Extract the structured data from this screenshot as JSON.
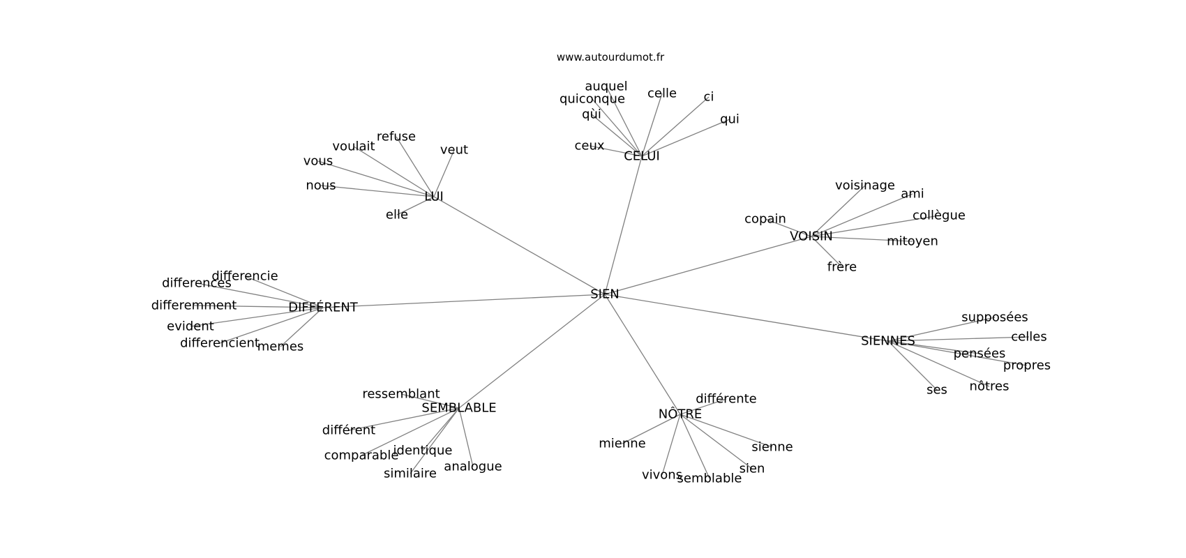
{
  "site": "www.autourdumot.fr",
  "graph": {
    "root": "SIEN",
    "edges": [
      [
        "SIEN",
        "LUI"
      ],
      [
        "SIEN",
        "CELUI"
      ],
      [
        "SIEN",
        "VOISIN"
      ],
      [
        "SIEN",
        "DIFFÉRENT"
      ],
      [
        "SIEN",
        "SIENNES"
      ],
      [
        "SIEN",
        "SEMBLABLE"
      ],
      [
        "SIEN",
        "NÔTRE"
      ],
      [
        "LUI",
        "refuse"
      ],
      [
        "LUI",
        "voulait"
      ],
      [
        "LUI",
        "veut"
      ],
      [
        "LUI",
        "vous"
      ],
      [
        "LUI",
        "nous"
      ],
      [
        "LUI",
        "elle"
      ],
      [
        "CELUI",
        "auquel"
      ],
      [
        "CELUI",
        "quiconque"
      ],
      [
        "CELUI",
        "celle"
      ],
      [
        "CELUI",
        "ci"
      ],
      [
        "CELUI",
        "qùi"
      ],
      [
        "CELUI",
        "qui"
      ],
      [
        "CELUI",
        "ceux"
      ],
      [
        "VOISIN",
        "voisinage"
      ],
      [
        "VOISIN",
        "ami"
      ],
      [
        "VOISIN",
        "copain"
      ],
      [
        "VOISIN",
        "collègue"
      ],
      [
        "VOISIN",
        "mitoyen"
      ],
      [
        "VOISIN",
        "frère"
      ],
      [
        "DIFFÉRENT",
        "differencie"
      ],
      [
        "DIFFÉRENT",
        "differences"
      ],
      [
        "DIFFÉRENT",
        "differemment"
      ],
      [
        "DIFFÉRENT",
        "evident"
      ],
      [
        "DIFFÉRENT",
        "differencient"
      ],
      [
        "DIFFÉRENT",
        "memes"
      ],
      [
        "SIENNES",
        "supposées"
      ],
      [
        "SIENNES",
        "celles"
      ],
      [
        "SIENNES",
        "pensées"
      ],
      [
        "SIENNES",
        "propres"
      ],
      [
        "SIENNES",
        "nôtres"
      ],
      [
        "SIENNES",
        "ses"
      ],
      [
        "SEMBLABLE",
        "ressemblant"
      ],
      [
        "SEMBLABLE",
        "différent"
      ],
      [
        "SEMBLABLE",
        "comparable"
      ],
      [
        "SEMBLABLE",
        "identique"
      ],
      [
        "SEMBLABLE",
        "similaire"
      ],
      [
        "SEMBLABLE",
        "analogue"
      ],
      [
        "NÔTRE",
        "différente"
      ],
      [
        "NÔTRE",
        "mienne"
      ],
      [
        "NÔTRE",
        "sienne"
      ],
      [
        "NÔTRE",
        "vivons"
      ],
      [
        "NÔTRE",
        "semblable"
      ],
      [
        "NÔTRE",
        "sien"
      ]
    ]
  },
  "colors": {
    "edge": "#808080",
    "text": "#000000",
    "background": "#ffffff"
  }
}
